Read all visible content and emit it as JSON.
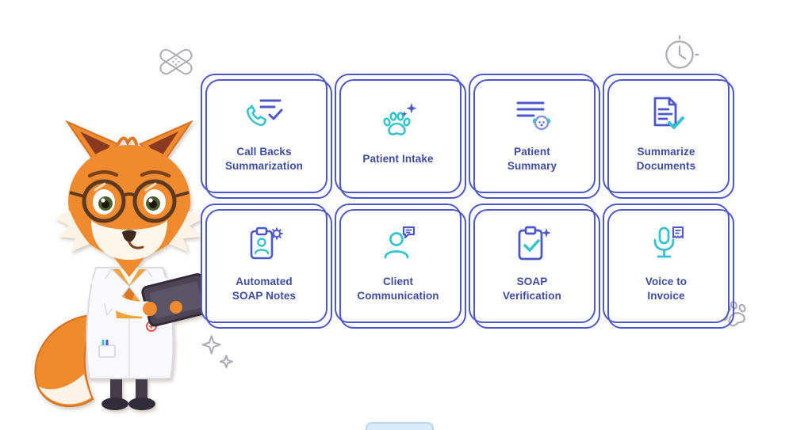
{
  "page": {
    "background": "#ffffff"
  },
  "colors": {
    "card_border": "#4d58c8",
    "card_text": "#3d4c9e",
    "icon_teal": "#35c3cf",
    "icon_indigo": "#4d58c8",
    "doodle_gray": "#abadb6",
    "mascot_orange": "#ef8a2e"
  },
  "mascot": {
    "name": "fox-veterinarian-mascot",
    "description": "cartoon fox in lab coat and glasses holding a tablet"
  },
  "cards": [
    {
      "id": "call-backs-summarization",
      "label": "Call Backs\nSummarization",
      "icon": "phone-summary-icon"
    },
    {
      "id": "patient-intake",
      "label": "Patient Intake",
      "icon": "paw-sparkle-icon"
    },
    {
      "id": "patient-summary",
      "label": "Patient\nSummary",
      "icon": "summary-dog-icon"
    },
    {
      "id": "summarize-documents",
      "label": "Summarize\nDocuments",
      "icon": "document-check-icon"
    },
    {
      "id": "automated-soap-notes",
      "label": "Automated\nSOAP Notes",
      "icon": "clipboard-person-gear-icon"
    },
    {
      "id": "client-communication",
      "label": "Client\nCommunication",
      "icon": "person-chat-icon"
    },
    {
      "id": "soap-verification",
      "label": "SOAP\nVerification",
      "icon": "clipboard-check-sparkle-icon"
    },
    {
      "id": "voice-to-invoice",
      "label": "Voice to\nInvoice",
      "icon": "microphone-invoice-icon"
    }
  ],
  "decorations": [
    "bandaid-doodle",
    "clock-doodle",
    "sparkles-doodle",
    "paw-doodle"
  ]
}
